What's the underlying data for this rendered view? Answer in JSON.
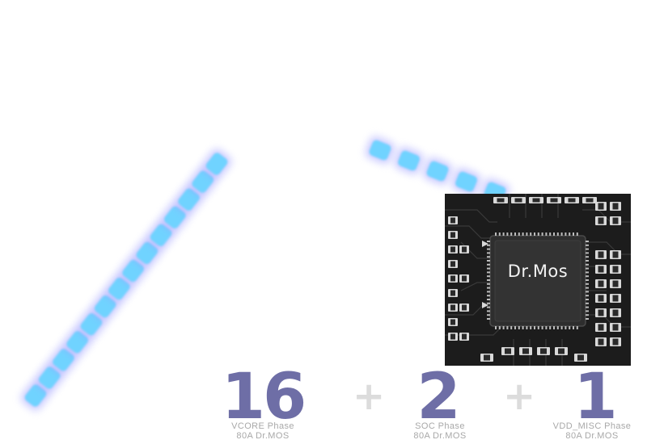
{
  "chip": {
    "label": "Dr.Mos"
  },
  "phases": [
    {
      "count": "16",
      "caption_line1": "VCORE Phase",
      "caption_line2": "80A Dr.MOS"
    },
    {
      "count": "2",
      "caption_line1": "SOC Phase",
      "caption_line2": "80A Dr.MOS"
    },
    {
      "count": "1",
      "caption_line1": "VDD_MISC Phase",
      "caption_line2": "80A Dr.MOS"
    }
  ],
  "operator": "+",
  "colors": {
    "glow": "#6fd3ff",
    "glow_halo": "#9b9bff",
    "number": "#6e6ea6",
    "plus": "#dcdcdc",
    "caption": "#a8a8a8",
    "chip_bg": "#1c1c1c"
  }
}
